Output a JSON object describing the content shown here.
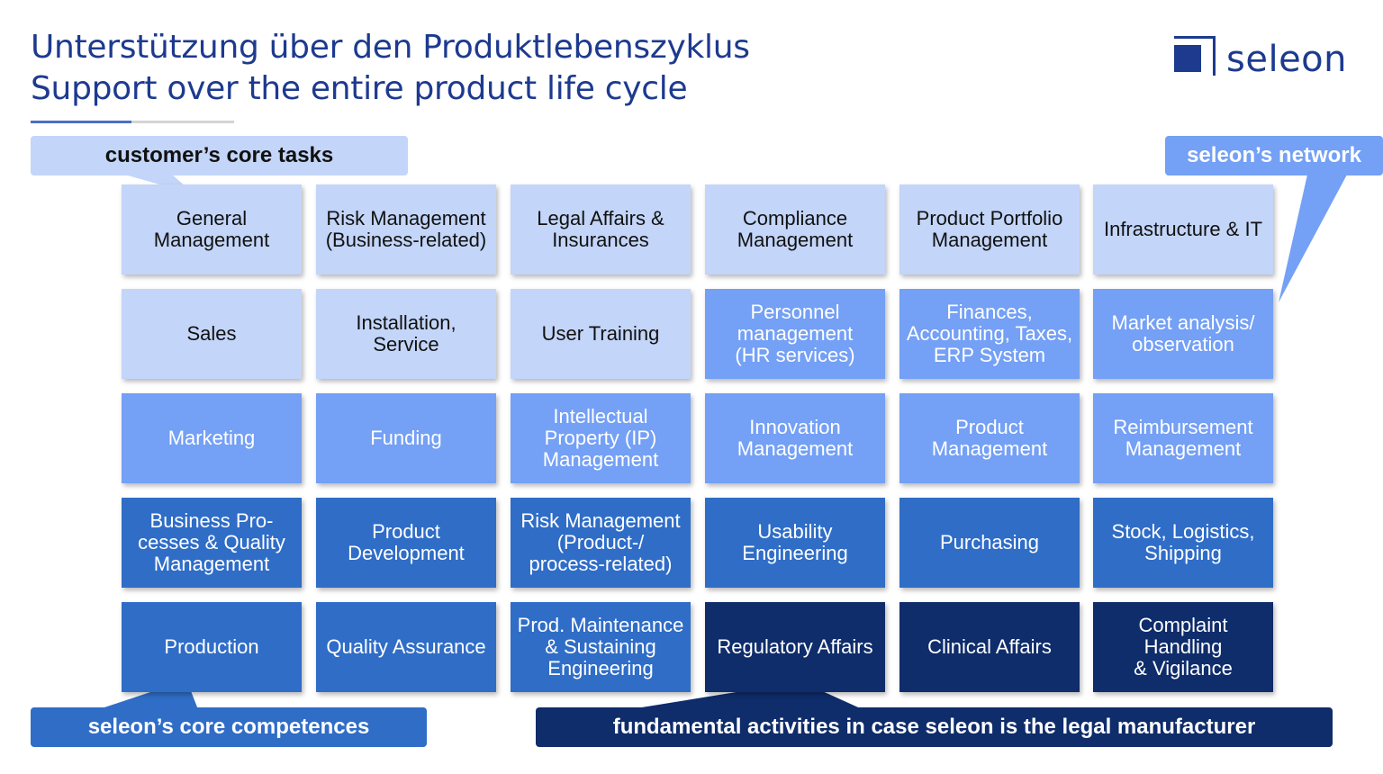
{
  "title": {
    "line1": "Unterstützung über den Produktlebenszyklus",
    "line2": "Support over the entire product life cycle"
  },
  "logo": {
    "text": "seleon"
  },
  "labels": {
    "customer": "customer’s core tasks",
    "network": "seleon’s network",
    "core": "seleon’s core competences",
    "fundamental": "fundamental activities in case seleon is the legal manufacturer"
  },
  "colors": {
    "customer_tasks": "#c3d5f8",
    "network": "#74a0f5",
    "core_competences": "#2f6dc7",
    "legal_manufacturer": "#0f2c6b",
    "title": "#1d3a8f"
  },
  "grid": {
    "rows": [
      [
        {
          "text": "General\nManagement",
          "tier": 1
        },
        {
          "text": "Risk Management\n(Business-related)",
          "tier": 1
        },
        {
          "text": "Legal Affairs &\nInsurances",
          "tier": 1
        },
        {
          "text": "Compliance\nManagement",
          "tier": 1
        },
        {
          "text": "Product Portfolio\nManagement",
          "tier": 1
        },
        {
          "text": "Infrastructure & IT",
          "tier": 1
        }
      ],
      [
        {
          "text": "Sales",
          "tier": 1
        },
        {
          "text": "Installation,\nService",
          "tier": 1
        },
        {
          "text": "User Training",
          "tier": 1
        },
        {
          "text": "Personnel\nmanagement\n(HR services)",
          "tier": 2
        },
        {
          "text": "Finances,\nAccounting, Taxes,\nERP System",
          "tier": 2
        },
        {
          "text": "Market analysis/\nobservation",
          "tier": 2
        }
      ],
      [
        {
          "text": "Marketing",
          "tier": 2
        },
        {
          "text": "Funding",
          "tier": 2
        },
        {
          "text": "Intellectual\nProperty (IP)\nManagement",
          "tier": 2
        },
        {
          "text": "Innovation\nManagement",
          "tier": 2
        },
        {
          "text": "Product\nManagement",
          "tier": 2
        },
        {
          "text": "Reimbursement\nManagement",
          "tier": 2
        }
      ],
      [
        {
          "text": "Business Pro-\ncesses & Quality\nManagement",
          "tier": 3
        },
        {
          "text": "Product\nDevelopment",
          "tier": 3
        },
        {
          "text": "Risk Management\n(Product-/\nprocess-related)",
          "tier": 3
        },
        {
          "text": "Usability\nEngineering",
          "tier": 3
        },
        {
          "text": "Purchasing",
          "tier": 3
        },
        {
          "text": "Stock, Logistics,\nShipping",
          "tier": 3
        }
      ],
      [
        {
          "text": "Production",
          "tier": 3
        },
        {
          "text": "Quality Assurance",
          "tier": 3
        },
        {
          "text": "Prod. Maintenance\n& Sustaining\nEngineering",
          "tier": 3
        },
        {
          "text": "Regulatory Affairs",
          "tier": 4
        },
        {
          "text": "Clinical Affairs",
          "tier": 4
        },
        {
          "text": "Complaint\nHandling\n& Vigilance",
          "tier": 4
        }
      ]
    ]
  }
}
